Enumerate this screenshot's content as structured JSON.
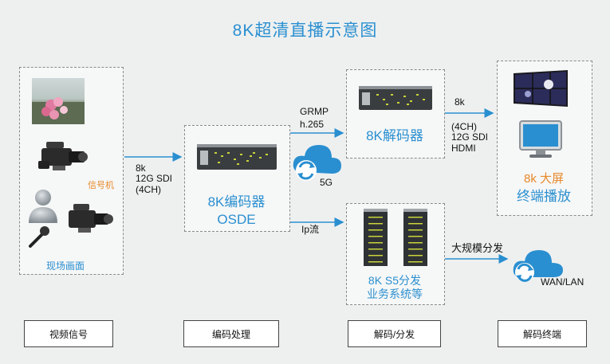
{
  "title": "8K超清直播示意图",
  "source": {
    "signal_label": "信号机",
    "caption": "现场画面",
    "link_8k": "8k",
    "link_sdi": "12G SDI",
    "link_ch": "(4CH)"
  },
  "encoder": {
    "line1": "8K编码器",
    "line2": "OSDE"
  },
  "transport": {
    "protocol": "GRMP",
    "codec": "h.265",
    "network": "5G",
    "ip": "Ip流"
  },
  "decoder": {
    "label": "8K解码器",
    "out_8k": "8k",
    "out_ch": "(4CH)",
    "out_sdi": "12G SDI",
    "out_hdmi": "HDMI"
  },
  "servers": {
    "line1": "8K S5分发",
    "line2": "业务系统等",
    "distribute": "大规模分发",
    "wan": "WAN/LAN"
  },
  "terminal": {
    "line1": "8k 大屏",
    "line2": "终端播放"
  },
  "stages": [
    "视频信号",
    "编码处理",
    "解码/分发",
    "解码终端"
  ],
  "colors": {
    "accent": "#2a8fd0",
    "highlight": "#e8892a"
  }
}
